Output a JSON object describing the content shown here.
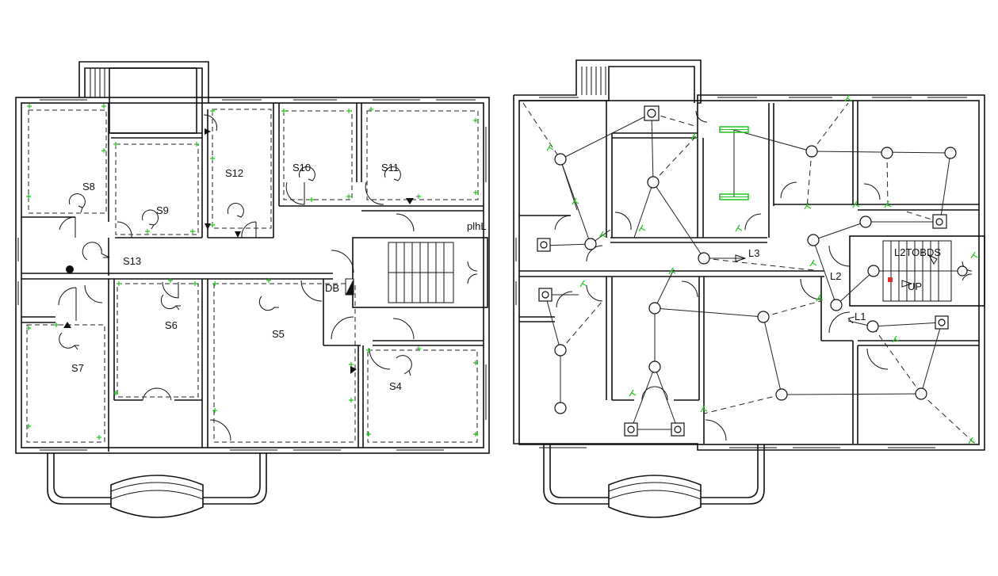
{
  "socket_plan": {
    "labels": {
      "s8": "S8",
      "s9": "S9",
      "s12": "S12",
      "s10": "S10",
      "s11": "S11",
      "s13": "S13",
      "s6": "S6",
      "s5": "S5",
      "s7": "S7",
      "s4": "S4",
      "db": "DB",
      "plhl": "plhL"
    }
  },
  "lighting_plan": {
    "labels": {
      "l3": "L3",
      "l2tobds": "L2TOBDS",
      "l2": "L2",
      "up": "UP",
      "l1": "L1"
    }
  },
  "colors": {
    "wall": "#111111",
    "fitting": "#22c41f",
    "marker": "#e03030"
  }
}
